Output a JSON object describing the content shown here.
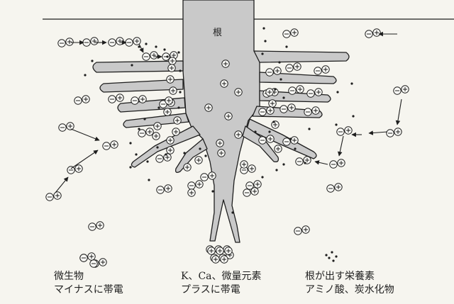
{
  "colors": {
    "background": "#f6f5ef",
    "root_fill": "#c9c9c9",
    "ink": "#1e1e1e"
  },
  "diagram": {
    "root_label": "根",
    "positive_sign": "+",
    "negative_sign": "−"
  },
  "legend": {
    "microbe": {
      "icon": "minus-circle-icon",
      "line1": "微生物",
      "line2": "マイナスに帯電"
    },
    "ions": {
      "icon": "plus-circle-icon",
      "line1": "K、Ca、微量元素",
      "line2": "プラスに帯電"
    },
    "nutrients": {
      "icon": "dot-cluster-icon",
      "line1": "根が出す栄養素",
      "line2": "アミノ酸、炭水化物"
    }
  }
}
